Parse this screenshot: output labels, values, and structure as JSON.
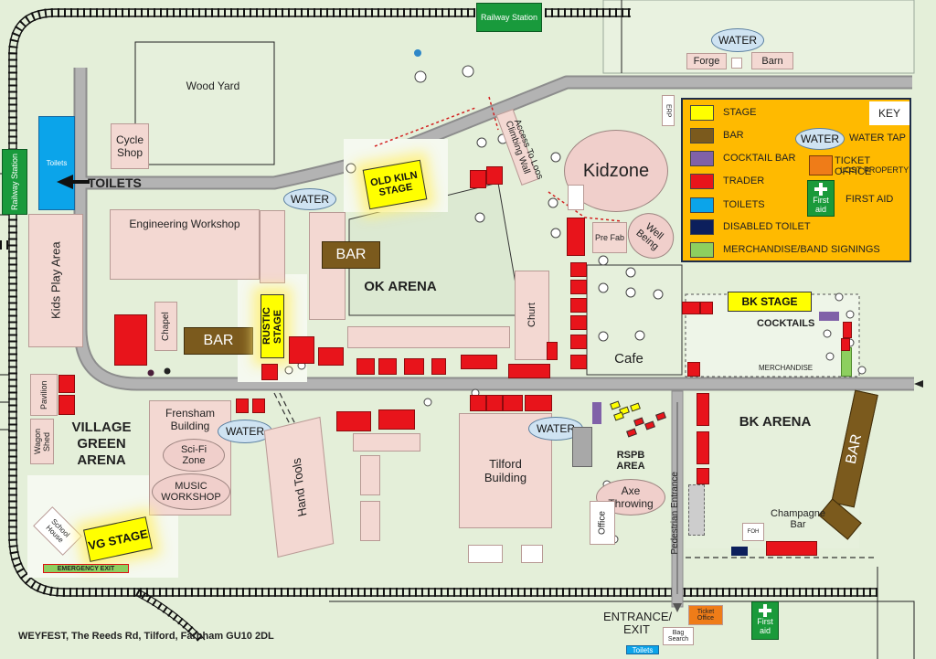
{
  "footer": {
    "address": "WEYFEST, The Reeds Rd, Tilford, Farnham GU10 2DL"
  },
  "key": {
    "title": "KEY",
    "items": [
      {
        "label": "STAGE",
        "color": "#ffff00"
      },
      {
        "label": "BAR",
        "color": "#7b5a1d"
      },
      {
        "label": "COCKTAIL BAR",
        "color": "#8061a8"
      },
      {
        "label": "TRADER",
        "color": "#e8141b"
      },
      {
        "label": "TOILETS",
        "color": "#0ba4ea"
      },
      {
        "label": "DISABLED TOILET",
        "color": "#0c1f5c"
      },
      {
        "label": "MERCHANDISE/BAND SIGNINGS",
        "color": "#8dcf5f"
      }
    ],
    "water_icon": "WATER",
    "water_label": "WATER TAP",
    "ticket_label_1": "TICKET OFFICE",
    "ticket_label_2": "LOST PROPERTY",
    "ticket_color": "#ef7c18",
    "first_aid_label": "FIRST AID",
    "first_aid_icon_1": "First",
    "first_aid_icon_2": "aid"
  },
  "places": {
    "railway_station_top": "Railway Station",
    "railway_station_left": "Railway Station",
    "water": "WATER",
    "forge": "Forge",
    "barn": "Barn",
    "wood_yard": "Wood Yard",
    "cycle_shop": "Cycle Shop",
    "toilets_small": "Toilets",
    "toilets_arrow": "TOILETS",
    "old_kiln_stage": "OLD KILN STAGE",
    "climbing_wall": "Climbing Wall",
    "access_to_loos": "Access To Loos",
    "kidzone": "Kidzone",
    "erp": "ERP",
    "kids_play_area": "Kids Play Area",
    "engineering_workshop": "Engineering Workshop",
    "bar": "BAR",
    "ok_arena": "OK ARENA",
    "pre_fab": "Pre Fab",
    "well_being": "Well Being",
    "bk_stage": "BK STAGE",
    "cocktails": "COCKTAILS",
    "chapel": "Chapel",
    "rustic_stage": "RUSTIC STAGE",
    "churt": "Churt",
    "cafe": "Cafe",
    "merchandise": "MERCHANDISE",
    "pavilion": "Pavilion",
    "village_green_arena": "VILLAGE GREEN ARENA",
    "wagon_shed": "Wagon Shed",
    "frensham_building": "Frensham Building",
    "sci_fi_zone": "Sci-Fi Zone",
    "music_workshop": "MUSIC WORKSHOP",
    "hand_tools": "Hand Tools",
    "tilford_building": "Tilford Building",
    "rspb_area": "RSPB AREA",
    "axe_throwing": "Axe Throwing",
    "office": "Office",
    "pedestrian_entrance": "Pedestrian Entrance",
    "bk_arena": "BK ARENA",
    "champagne_bar": "Champagne Bar",
    "foh": "FOH",
    "school_house": "School House",
    "vg_stage": "VG STAGE",
    "emergency_exit": "EMERGENCY EXIT",
    "entrance_exit_1": "ENTRANCE/",
    "entrance_exit_2": "EXIT",
    "bag_search": "Bag Search",
    "ticket_office": "Ticket Office",
    "first_aid_1": "First",
    "first_aid_2": "aid",
    "toilets_bottom": "Toilets"
  }
}
